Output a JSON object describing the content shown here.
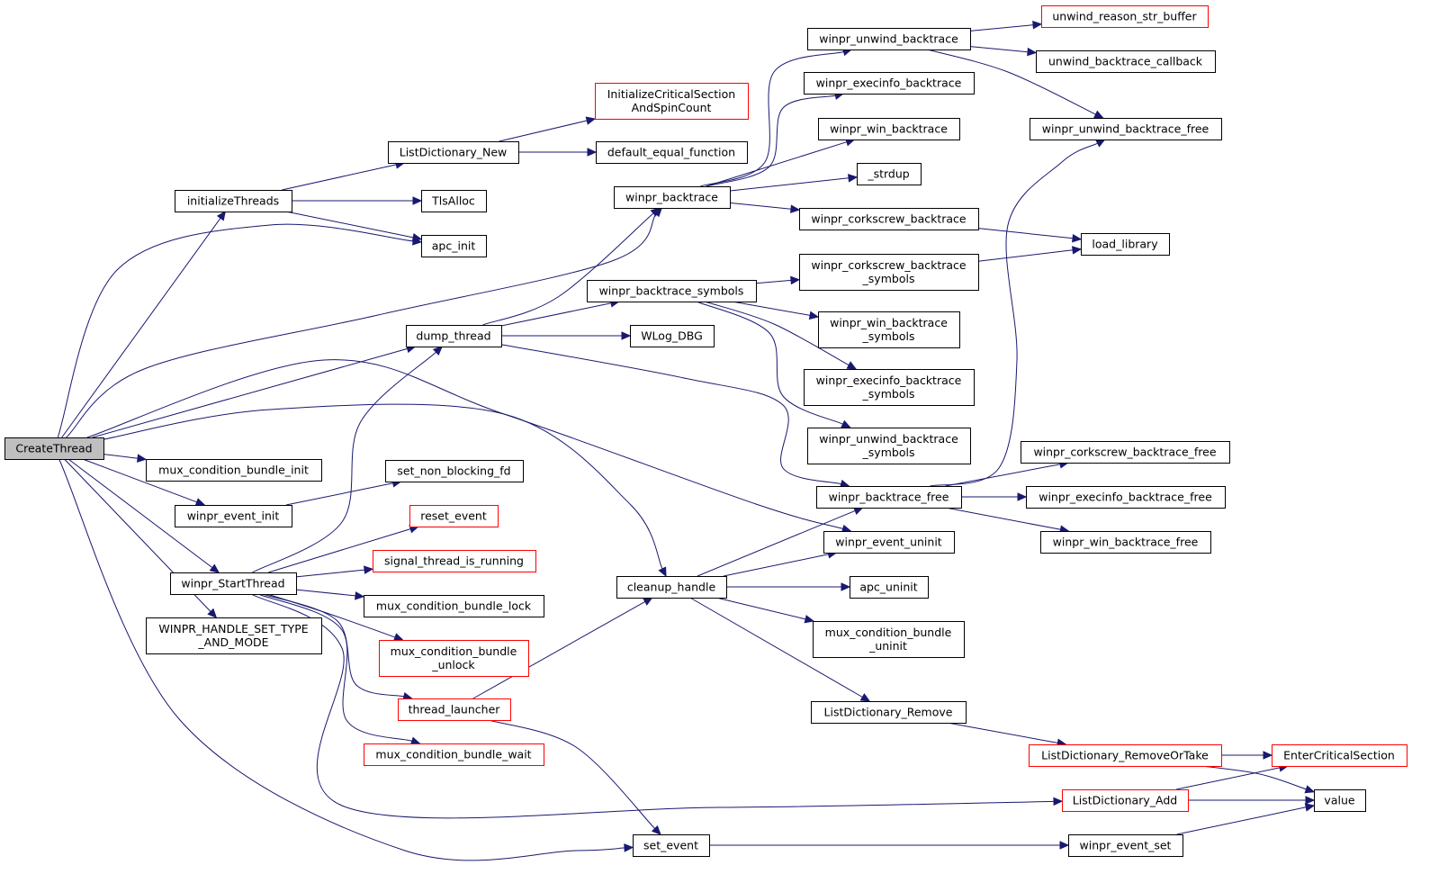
{
  "diagram": {
    "colors": {
      "edge": "#191970",
      "normal_border": "#000000",
      "truncated_border": "#ff0000",
      "root_fill": "#bfbfbf"
    },
    "nodes": [
      {
        "id": "CreateThread",
        "lines": [
          "CreateThread"
        ],
        "style": "root"
      },
      {
        "id": "initializeThreads",
        "lines": [
          "initializeThreads"
        ],
        "style": "normal"
      },
      {
        "id": "mux_condition_bundle_init",
        "lines": [
          "mux_condition_bundle_init"
        ],
        "style": "normal"
      },
      {
        "id": "winpr_event_init",
        "lines": [
          "winpr_event_init"
        ],
        "style": "normal"
      },
      {
        "id": "winpr_StartThread",
        "lines": [
          "winpr_StartThread"
        ],
        "style": "normal"
      },
      {
        "id": "WINPR_HANDLE_SET_TYPE_AND_MODE",
        "lines": [
          "WINPR_HANDLE_SET_TYPE",
          "_AND_MODE"
        ],
        "style": "normal"
      },
      {
        "id": "ListDictionary_New",
        "lines": [
          "ListDictionary_New"
        ],
        "style": "normal"
      },
      {
        "id": "TlsAlloc",
        "lines": [
          "TlsAlloc"
        ],
        "style": "normal"
      },
      {
        "id": "apc_init",
        "lines": [
          "apc_init"
        ],
        "style": "normal"
      },
      {
        "id": "dump_thread",
        "lines": [
          "dump_thread"
        ],
        "style": "normal"
      },
      {
        "id": "set_non_blocking_fd",
        "lines": [
          "set_non_blocking_fd"
        ],
        "style": "normal"
      },
      {
        "id": "reset_event",
        "lines": [
          "reset_event"
        ],
        "style": "truncated"
      },
      {
        "id": "signal_thread_is_running",
        "lines": [
          "signal_thread_is_running"
        ],
        "style": "truncated"
      },
      {
        "id": "mux_condition_bundle_lock",
        "lines": [
          "mux_condition_bundle_lock"
        ],
        "style": "normal"
      },
      {
        "id": "mux_condition_bundle_unlock",
        "lines": [
          "mux_condition_bundle",
          "_unlock"
        ],
        "style": "truncated"
      },
      {
        "id": "thread_launcher",
        "lines": [
          "thread_launcher"
        ],
        "style": "truncated"
      },
      {
        "id": "mux_condition_bundle_wait",
        "lines": [
          "mux_condition_bundle_wait"
        ],
        "style": "truncated"
      },
      {
        "id": "InitializeCriticalSectionAndSpinCount",
        "lines": [
          "InitializeCriticalSection",
          "AndSpinCount"
        ],
        "style": "truncated"
      },
      {
        "id": "default_equal_function",
        "lines": [
          "default_equal_function"
        ],
        "style": "normal"
      },
      {
        "id": "winpr_backtrace",
        "lines": [
          "winpr_backtrace"
        ],
        "style": "normal"
      },
      {
        "id": "winpr_backtrace_symbols",
        "lines": [
          "winpr_backtrace_symbols"
        ],
        "style": "normal"
      },
      {
        "id": "WLog_DBG",
        "lines": [
          "WLog_DBG"
        ],
        "style": "normal"
      },
      {
        "id": "cleanup_handle",
        "lines": [
          "cleanup_handle"
        ],
        "style": "normal"
      },
      {
        "id": "set_event",
        "lines": [
          "set_event"
        ],
        "style": "normal"
      },
      {
        "id": "winpr_unwind_backtrace",
        "lines": [
          "winpr_unwind_backtrace"
        ],
        "style": "normal"
      },
      {
        "id": "winpr_execinfo_backtrace",
        "lines": [
          "winpr_execinfo_backtrace"
        ],
        "style": "normal"
      },
      {
        "id": "winpr_win_backtrace",
        "lines": [
          "winpr_win_backtrace"
        ],
        "style": "normal"
      },
      {
        "id": "_strdup",
        "lines": [
          "_strdup"
        ],
        "style": "normal"
      },
      {
        "id": "winpr_corkscrew_backtrace",
        "lines": [
          "winpr_corkscrew_backtrace"
        ],
        "style": "normal"
      },
      {
        "id": "winpr_corkscrew_backtrace_symbols",
        "lines": [
          "winpr_corkscrew_backtrace",
          "_symbols"
        ],
        "style": "normal"
      },
      {
        "id": "winpr_win_backtrace_symbols",
        "lines": [
          "winpr_win_backtrace",
          "_symbols"
        ],
        "style": "normal"
      },
      {
        "id": "winpr_execinfo_backtrace_symbols",
        "lines": [
          "winpr_execinfo_backtrace",
          "_symbols"
        ],
        "style": "normal"
      },
      {
        "id": "winpr_unwind_backtrace_symbols",
        "lines": [
          "winpr_unwind_backtrace",
          "_symbols"
        ],
        "style": "normal"
      },
      {
        "id": "winpr_backtrace_free",
        "lines": [
          "winpr_backtrace_free"
        ],
        "style": "normal"
      },
      {
        "id": "winpr_event_uninit",
        "lines": [
          "winpr_event_uninit"
        ],
        "style": "normal"
      },
      {
        "id": "apc_uninit",
        "lines": [
          "apc_uninit"
        ],
        "style": "normal"
      },
      {
        "id": "mux_condition_bundle_uninit",
        "lines": [
          "mux_condition_bundle",
          "_uninit"
        ],
        "style": "normal"
      },
      {
        "id": "ListDictionary_Remove",
        "lines": [
          "ListDictionary_Remove"
        ],
        "style": "normal"
      },
      {
        "id": "unwind_reason_str_buffer",
        "lines": [
          "unwind_reason_str_buffer"
        ],
        "style": "truncated"
      },
      {
        "id": "unwind_backtrace_callback",
        "lines": [
          "unwind_backtrace_callback"
        ],
        "style": "normal"
      },
      {
        "id": "winpr_unwind_backtrace_free",
        "lines": [
          "winpr_unwind_backtrace_free"
        ],
        "style": "normal"
      },
      {
        "id": "load_library",
        "lines": [
          "load_library"
        ],
        "style": "normal"
      },
      {
        "id": "winpr_corkscrew_backtrace_free",
        "lines": [
          "winpr_corkscrew_backtrace_free"
        ],
        "style": "normal"
      },
      {
        "id": "winpr_execinfo_backtrace_free",
        "lines": [
          "winpr_execinfo_backtrace_free"
        ],
        "style": "normal"
      },
      {
        "id": "winpr_win_backtrace_free",
        "lines": [
          "winpr_win_backtrace_free"
        ],
        "style": "normal"
      },
      {
        "id": "ListDictionary_RemoveOrTake",
        "lines": [
          "ListDictionary_RemoveOrTake"
        ],
        "style": "truncated"
      },
      {
        "id": "ListDictionary_Add",
        "lines": [
          "ListDictionary_Add"
        ],
        "style": "truncated"
      },
      {
        "id": "winpr_event_set",
        "lines": [
          "winpr_event_set"
        ],
        "style": "normal"
      },
      {
        "id": "EnterCriticalSection",
        "lines": [
          "EnterCriticalSection"
        ],
        "style": "truncated"
      },
      {
        "id": "value",
        "lines": [
          "value"
        ],
        "style": "normal"
      }
    ],
    "edges": [
      {
        "from": "CreateThread",
        "to": "initializeThreads"
      },
      {
        "from": "CreateThread",
        "to": "apc_init"
      },
      {
        "from": "CreateThread",
        "to": "winpr_backtrace"
      },
      {
        "from": "CreateThread",
        "to": "dump_thread"
      },
      {
        "from": "CreateThread",
        "to": "cleanup_handle"
      },
      {
        "from": "CreateThread",
        "to": "winpr_event_uninit"
      },
      {
        "from": "CreateThread",
        "to": "mux_condition_bundle_init"
      },
      {
        "from": "CreateThread",
        "to": "winpr_event_init"
      },
      {
        "from": "CreateThread",
        "to": "winpr_StartThread"
      },
      {
        "from": "CreateThread",
        "to": "WINPR_HANDLE_SET_TYPE_AND_MODE"
      },
      {
        "from": "CreateThread",
        "to": "set_event"
      },
      {
        "from": "initializeThreads",
        "to": "ListDictionary_New"
      },
      {
        "from": "initializeThreads",
        "to": "TlsAlloc"
      },
      {
        "from": "initializeThreads",
        "to": "apc_init"
      },
      {
        "from": "ListDictionary_New",
        "to": "InitializeCriticalSectionAndSpinCount"
      },
      {
        "from": "ListDictionary_New",
        "to": "default_equal_function"
      },
      {
        "from": "winpr_event_init",
        "to": "set_non_blocking_fd"
      },
      {
        "from": "winpr_StartThread",
        "to": "dump_thread"
      },
      {
        "from": "winpr_StartThread",
        "to": "reset_event"
      },
      {
        "from": "winpr_StartThread",
        "to": "signal_thread_is_running"
      },
      {
        "from": "winpr_StartThread",
        "to": "mux_condition_bundle_lock"
      },
      {
        "from": "winpr_StartThread",
        "to": "mux_condition_bundle_unlock"
      },
      {
        "from": "winpr_StartThread",
        "to": "thread_launcher"
      },
      {
        "from": "winpr_StartThread",
        "to": "mux_condition_bundle_wait"
      },
      {
        "from": "winpr_StartThread",
        "to": "ListDictionary_Add"
      },
      {
        "from": "dump_thread",
        "to": "winpr_backtrace"
      },
      {
        "from": "dump_thread",
        "to": "winpr_backtrace_symbols"
      },
      {
        "from": "dump_thread",
        "to": "WLog_DBG"
      },
      {
        "from": "dump_thread",
        "to": "winpr_backtrace_free"
      },
      {
        "from": "thread_launcher",
        "to": "cleanup_handle"
      },
      {
        "from": "thread_launcher",
        "to": "set_event"
      },
      {
        "from": "winpr_backtrace",
        "to": "winpr_unwind_backtrace"
      },
      {
        "from": "winpr_backtrace",
        "to": "winpr_execinfo_backtrace"
      },
      {
        "from": "winpr_backtrace",
        "to": "winpr_win_backtrace"
      },
      {
        "from": "winpr_backtrace",
        "to": "_strdup"
      },
      {
        "from": "winpr_backtrace",
        "to": "winpr_corkscrew_backtrace"
      },
      {
        "from": "winpr_backtrace_symbols",
        "to": "winpr_corkscrew_backtrace_symbols"
      },
      {
        "from": "winpr_backtrace_symbols",
        "to": "winpr_win_backtrace_symbols"
      },
      {
        "from": "winpr_backtrace_symbols",
        "to": "winpr_execinfo_backtrace_symbols"
      },
      {
        "from": "winpr_backtrace_symbols",
        "to": "winpr_unwind_backtrace_symbols"
      },
      {
        "from": "cleanup_handle",
        "to": "winpr_backtrace_free"
      },
      {
        "from": "cleanup_handle",
        "to": "winpr_event_uninit"
      },
      {
        "from": "cleanup_handle",
        "to": "apc_uninit"
      },
      {
        "from": "cleanup_handle",
        "to": "mux_condition_bundle_uninit"
      },
      {
        "from": "cleanup_handle",
        "to": "ListDictionary_Remove"
      },
      {
        "from": "set_event",
        "to": "winpr_event_set"
      },
      {
        "from": "winpr_unwind_backtrace",
        "to": "unwind_reason_str_buffer"
      },
      {
        "from": "winpr_unwind_backtrace",
        "to": "unwind_backtrace_callback"
      },
      {
        "from": "winpr_unwind_backtrace",
        "to": "winpr_unwind_backtrace_free"
      },
      {
        "from": "winpr_corkscrew_backtrace",
        "to": "load_library"
      },
      {
        "from": "winpr_corkscrew_backtrace_symbols",
        "to": "load_library"
      },
      {
        "from": "winpr_backtrace_free",
        "to": "winpr_unwind_backtrace_free"
      },
      {
        "from": "winpr_backtrace_free",
        "to": "winpr_corkscrew_backtrace_free"
      },
      {
        "from": "winpr_backtrace_free",
        "to": "winpr_execinfo_backtrace_free"
      },
      {
        "from": "winpr_backtrace_free",
        "to": "winpr_win_backtrace_free"
      },
      {
        "from": "ListDictionary_Remove",
        "to": "ListDictionary_RemoveOrTake"
      },
      {
        "from": "ListDictionary_RemoveOrTake",
        "to": "EnterCriticalSection"
      },
      {
        "from": "ListDictionary_RemoveOrTake",
        "to": "value"
      },
      {
        "from": "ListDictionary_Add",
        "to": "EnterCriticalSection"
      },
      {
        "from": "ListDictionary_Add",
        "to": "value"
      },
      {
        "from": "winpr_event_set",
        "to": "value"
      }
    ]
  }
}
